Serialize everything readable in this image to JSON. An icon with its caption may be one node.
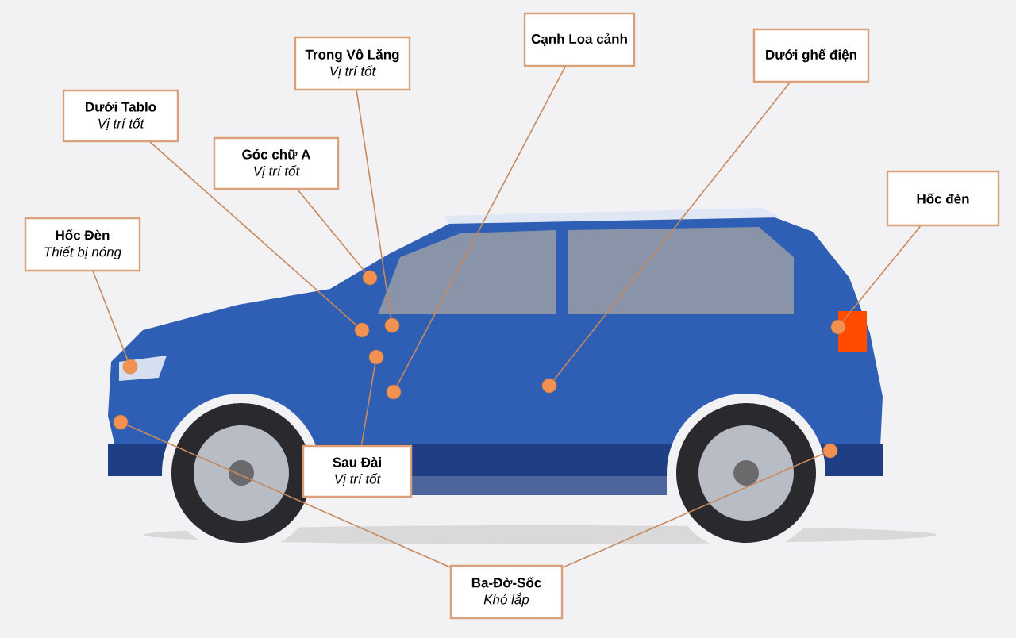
{
  "diagram": {
    "nodes": [
      {
        "text": [
          "Cạnh Loa cảnh"
        ]
      },
      {
        "text": [
          "Dưới ghế điện"
        ]
      },
      {
        "text": [
          "Trong Vô Lăng",
          "Vị trí tốt"
        ]
      },
      {
        "text": [
          "Dưới Tablo",
          "Vị trí tốt"
        ]
      },
      {
        "text": [
          "Góc chữ A",
          "Vị trí tốt"
        ]
      },
      {
        "text": [
          "Hốc đèn"
        ]
      },
      {
        "text": [
          "Hốc Đèn",
          "Thiết bị nóng"
        ]
      },
      {
        "text": [
          "Sau Đài",
          "Vị trí tốt"
        ]
      },
      {
        "text": [
          "Ba-Đờ-Sốc",
          "Khó lắp"
        ]
      },
      {
        "text": [],
        "shape": "circle"
      },
      {
        "text": [],
        "shape": "circle"
      },
      {
        "text": [],
        "shape": "circle"
      },
      {
        "text": [],
        "shape": "circle"
      },
      {
        "text": [],
        "shape": "circle"
      },
      {
        "text": [],
        "shape": "circle"
      },
      {
        "text": [],
        "shape": "circle"
      },
      {
        "text": [],
        "shape": "circle"
      },
      {
        "text": [],
        "shape": "circle"
      },
      {
        "text": [],
        "shape": "circle"
      }
    ],
    "edges": [
      {
        "from": 0,
        "to": 15,
        "arrow": "none"
      },
      {
        "from": 1,
        "to": 16,
        "arrow": "none"
      },
      {
        "from": 2,
        "to": 14,
        "arrow": "none"
      },
      {
        "from": 3,
        "to": 11,
        "arrow": "none"
      },
      {
        "from": 4,
        "to": 12,
        "arrow": "none"
      },
      {
        "from": 5,
        "to": 18,
        "arrow": "none"
      },
      {
        "from": 6,
        "to": 10,
        "arrow": "none"
      },
      {
        "from": 7,
        "to": 13,
        "arrow": "none"
      },
      {
        "from": 8,
        "to": 9,
        "arrow": "none"
      },
      {
        "from": 8,
        "to": 17,
        "arrow": "none"
      }
    ]
  }
}
